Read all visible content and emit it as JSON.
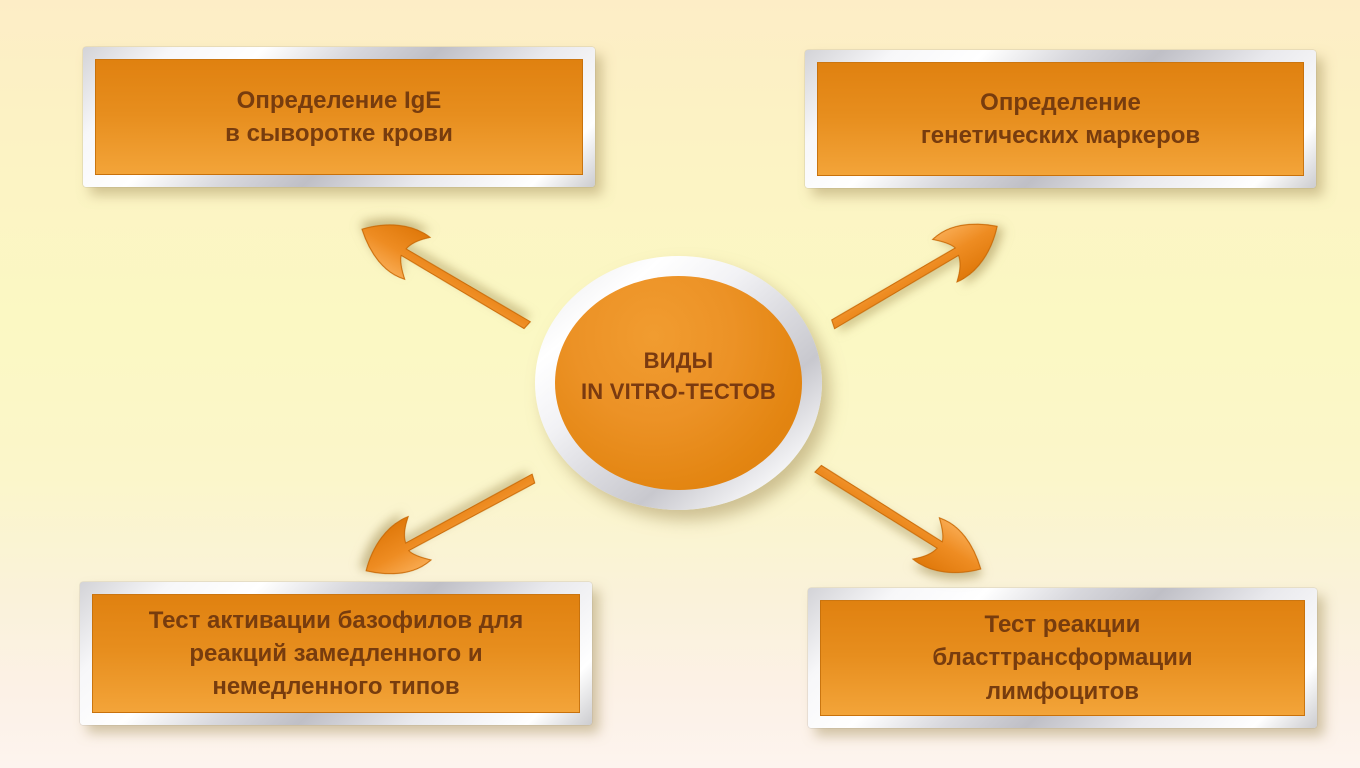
{
  "slide": {
    "center_circle": {
      "lines": [
        "ВИДЫ",
        "IN VITRO-ТЕСТОВ"
      ]
    },
    "boxes": {
      "top_left": {
        "lines": [
          "Определение IgE",
          "в сыворотке крови"
        ]
      },
      "top_right": {
        "lines": [
          "Определение",
          "генетических маркеров"
        ]
      },
      "bottom_left": {
        "lines": [
          "Тест активации базофилов для",
          "реакций замедленного и",
          "немедленного типов"
        ]
      },
      "bottom_right": {
        "lines": [
          "Тест реакции",
          "бласттрансформации",
          "лимфоцитов"
        ]
      }
    },
    "icons": {
      "arrows": [
        "arrow-top-left",
        "arrow-top-right",
        "arrow-bottom-left",
        "arrow-bottom-right"
      ]
    },
    "colors": {
      "box_orange_top": "#e08110",
      "box_orange_bottom": "#f3a439",
      "text_brown": "#773c0e",
      "arrow_orange": "#ec8c1f",
      "frame_silver": "#d9d9dd",
      "background_top": "#fdedc6",
      "background_middle": "#fbf8c3",
      "background_bottom": "#fdf4ee"
    }
  }
}
